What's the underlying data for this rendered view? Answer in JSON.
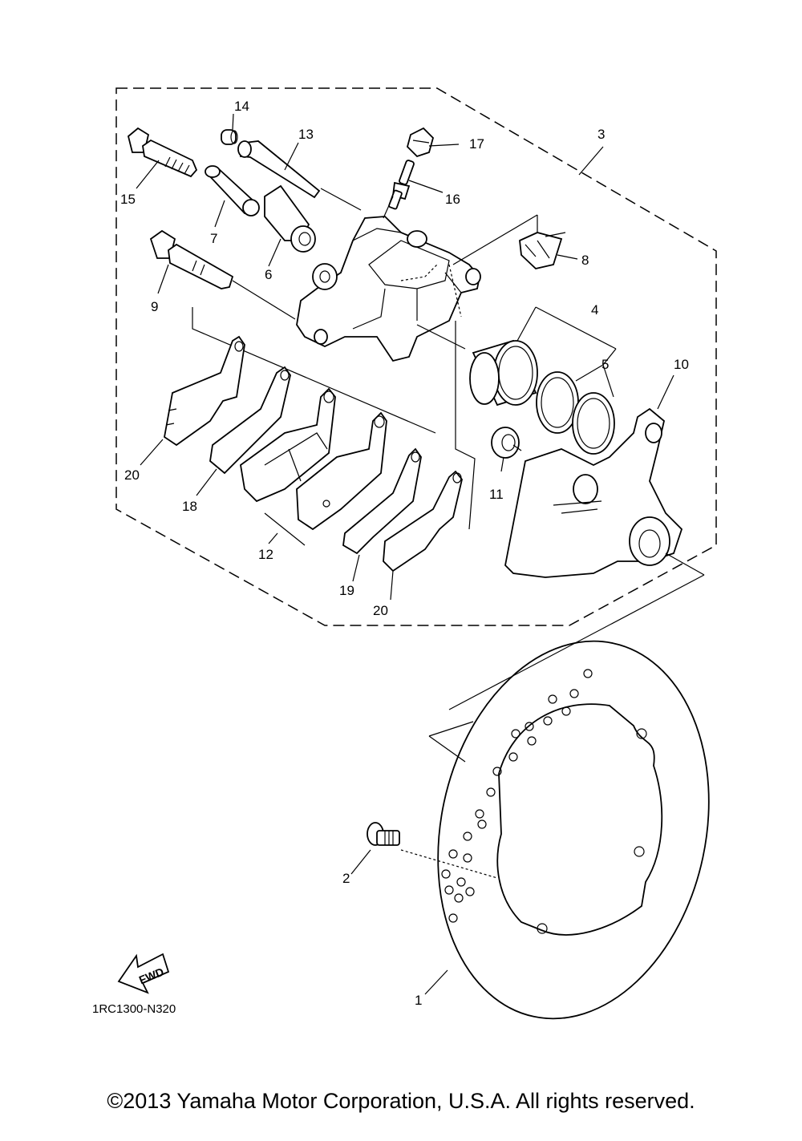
{
  "diagram": {
    "part_numbers": {
      "p1": "1",
      "p2": "2",
      "p3": "3",
      "p4": "4",
      "p5": "5",
      "p6": "6",
      "p7": "7",
      "p8": "8",
      "p9": "9",
      "p10": "10",
      "p11": "11",
      "p12": "12",
      "p13": "13",
      "p14": "14",
      "p15": "15",
      "p16": "16",
      "p17": "17",
      "p18": "18",
      "p19": "19",
      "p20a": "20",
      "p20b": "20"
    },
    "fwd_label": "FWD",
    "diagram_code": "1RC1300-N320"
  },
  "footer": {
    "copyright": "©2013 Yamaha Motor Corporation, U.S.A. All rights reserved."
  }
}
